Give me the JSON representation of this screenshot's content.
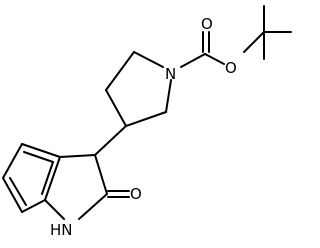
{
  "structure": {
    "atoms": {
      "pyrrolidine_n": "N",
      "ester_o_single": "O",
      "ester_o_double": "O",
      "ketone_o": "O",
      "amide_nh": "HN"
    }
  },
  "colors": {
    "bond": "#000000",
    "label": "#000000",
    "background": "#ffffff"
  }
}
